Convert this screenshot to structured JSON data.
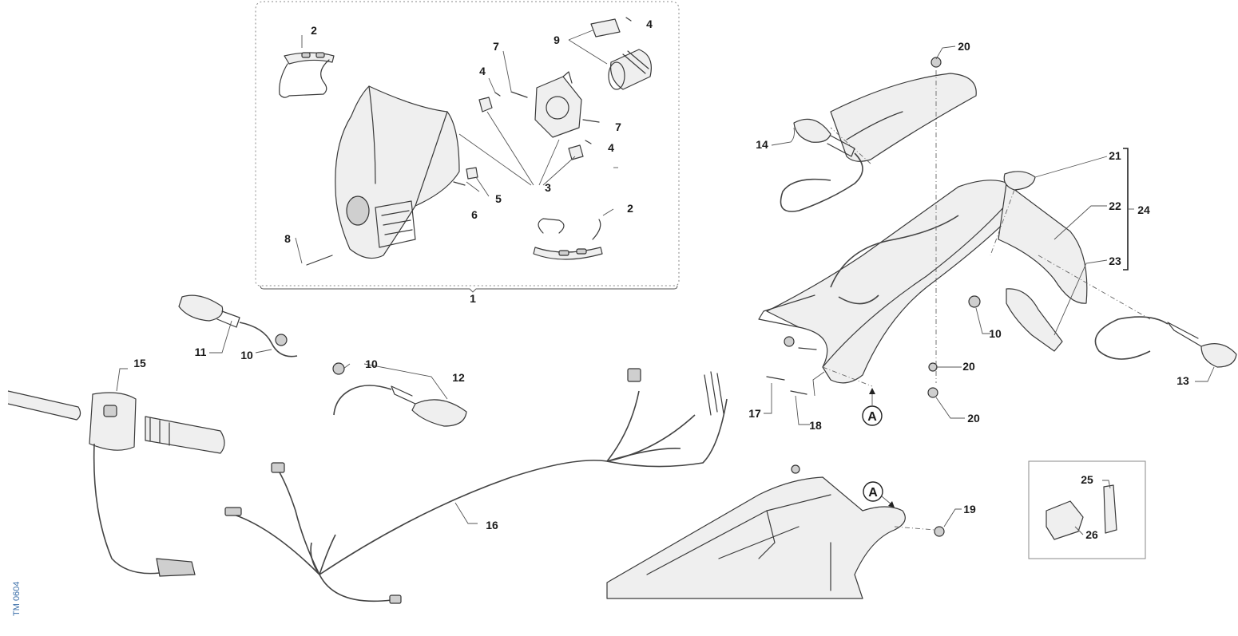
{
  "diagram": {
    "doc_code": "TM 0604",
    "reference_marker": "A",
    "callouts": {
      "c1": "1",
      "c2a": "2",
      "c2b": "2",
      "c3": "3",
      "c4a": "4",
      "c4b": "4",
      "c4c": "4",
      "c5": "5",
      "c6": "6",
      "c7a": "7",
      "c7b": "7",
      "c8": "8",
      "c9": "9",
      "c10a": "10",
      "c10b": "10",
      "c10c": "10",
      "c11": "11",
      "c12": "12",
      "c13": "13",
      "c14": "14",
      "c15": "15",
      "c16": "16",
      "c17": "17",
      "c18": "18",
      "c19": "19",
      "c20a": "20",
      "c20b": "20",
      "c20c": "20",
      "c21": "21",
      "c22": "22",
      "c23": "23",
      "c24": "24",
      "c25": "25",
      "c26": "26"
    }
  }
}
